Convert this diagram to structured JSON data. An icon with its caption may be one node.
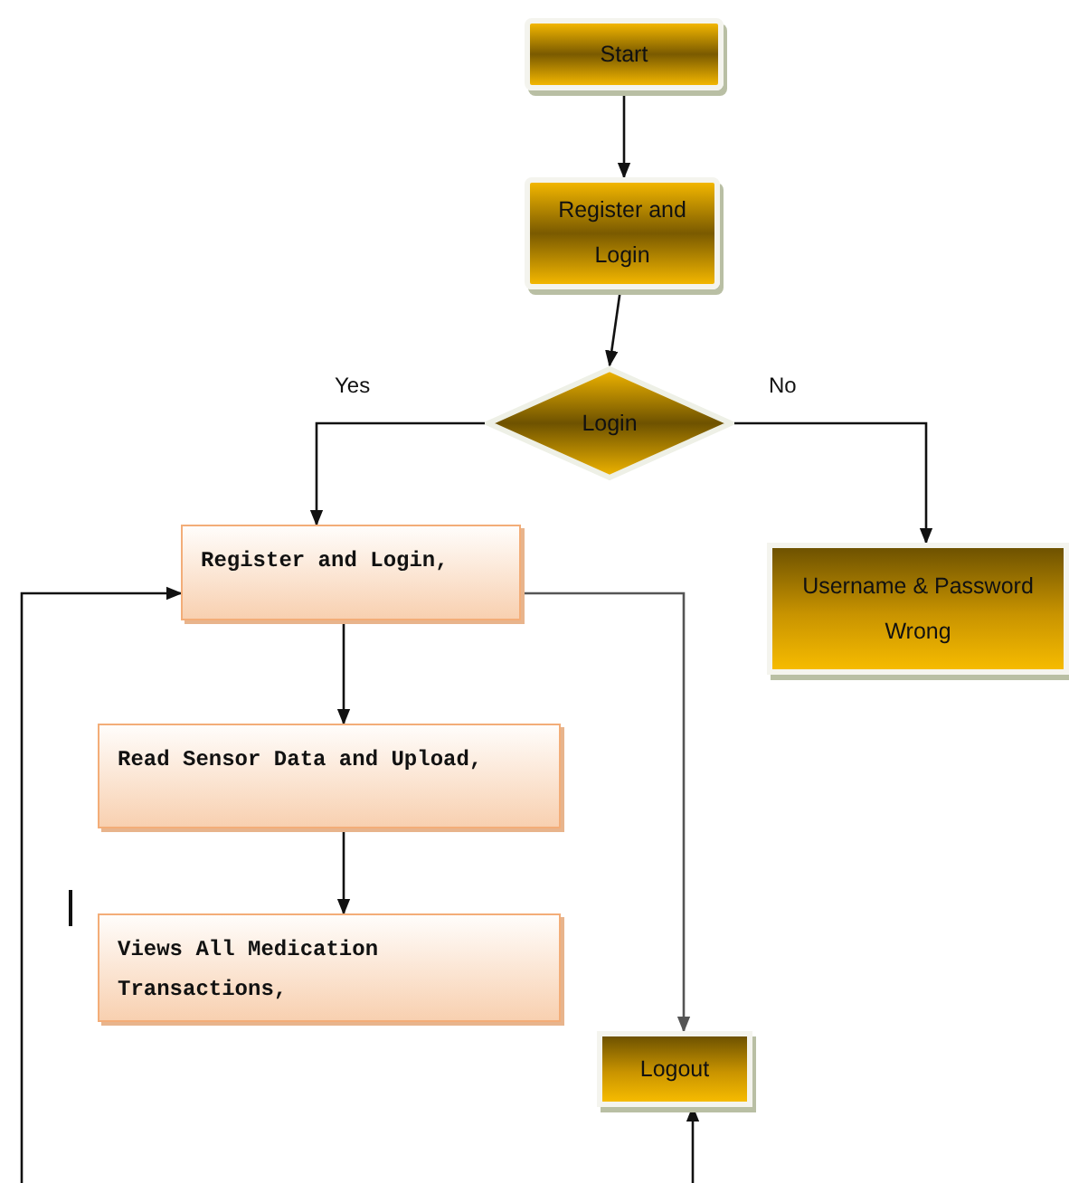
{
  "diagram": {
    "nodes": [
      {
        "text": [
          "Start"
        ]
      },
      {
        "text": [
          "Register and Login"
        ]
      },
      {
        "text": [
          "Login"
        ]
      },
      {
        "text": [
          "Register and Login,"
        ]
      },
      {
        "text": [
          "Username & Password Wrong"
        ]
      },
      {
        "text": [
          "Read Sensor Data and Upload,"
        ]
      },
      {
        "text": [
          "Views All Medication Transactions,"
        ]
      },
      {
        "text": [
          "Logout"
        ]
      }
    ],
    "edges": [
      {
        "from": 0,
        "to": 1,
        "arrow": "to"
      },
      {
        "from": 1,
        "to": 2,
        "arrow": "to"
      },
      {
        "from": 2,
        "to": 3,
        "arrow": "to",
        "label": "Yes"
      },
      {
        "from": 2,
        "to": 4,
        "arrow": "to",
        "label": "No"
      },
      {
        "from": 3,
        "to": 5,
        "arrow": "to"
      },
      {
        "from": 5,
        "to": 6,
        "arrow": "to"
      },
      {
        "from": 3,
        "to": 7,
        "arrow": "to",
        "color": "#555555"
      },
      {
        "from": null,
        "to": 3,
        "arrow": "to"
      },
      {
        "from": null,
        "to": 7,
        "arrow": "to"
      }
    ]
  }
}
